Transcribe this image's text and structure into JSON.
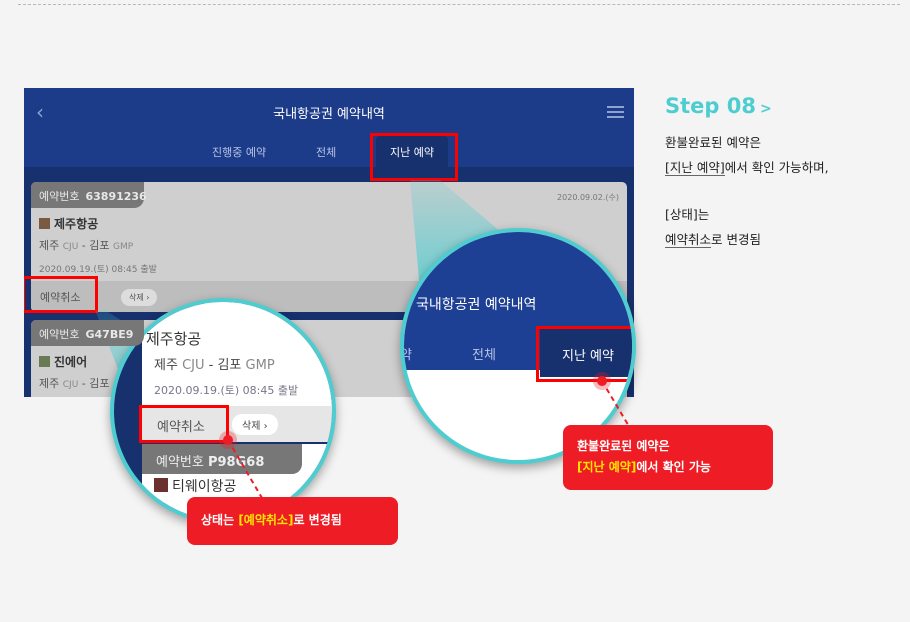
{
  "app": {
    "title": "국내항공권 예약내역",
    "tabs": [
      "진행중 예약",
      "전체",
      "지난 예약"
    ]
  },
  "cards": [
    {
      "label": "예약번호",
      "number": "63891236",
      "date": "2020.09.02.(수)",
      "airline": "제주항공",
      "route_from": "제주",
      "from_code": "CJU",
      "route_to": "김포",
      "to_code": "GMP",
      "departure": "2020.09.19.(토) 08:45 출발",
      "status": "예약취소",
      "delete": "삭제 ›"
    },
    {
      "label": "예약번호",
      "number": "G47BE9",
      "airline": "진에어",
      "route_from": "제주",
      "from_code": "CJU",
      "route_to": "김포"
    },
    {
      "label": "예약번호",
      "number": "P98G68",
      "airline": "티웨이항공"
    }
  ],
  "side": {
    "step": "Step 08",
    "arrow": ">",
    "line1": "환불완료된 예약은",
    "line2_u": "[지난 예약]",
    "line2_rest": "에서 확인 가능하며,",
    "line3": "[상태]는",
    "line4_u": "예약취소",
    "line4_rest": "로 변경됨"
  },
  "callouts": {
    "right": {
      "line1": "환불완료된 예약은",
      "hl": "[지난 예약]",
      "rest": "에서 확인 가능"
    },
    "left": {
      "pre": "상태는 ",
      "hl": "[예약취소]",
      "rest": "로 변경됨"
    }
  },
  "colors": {
    "accent": "#4ecdd0",
    "red": "#ee1c24",
    "navy": "#1c3c8a"
  }
}
